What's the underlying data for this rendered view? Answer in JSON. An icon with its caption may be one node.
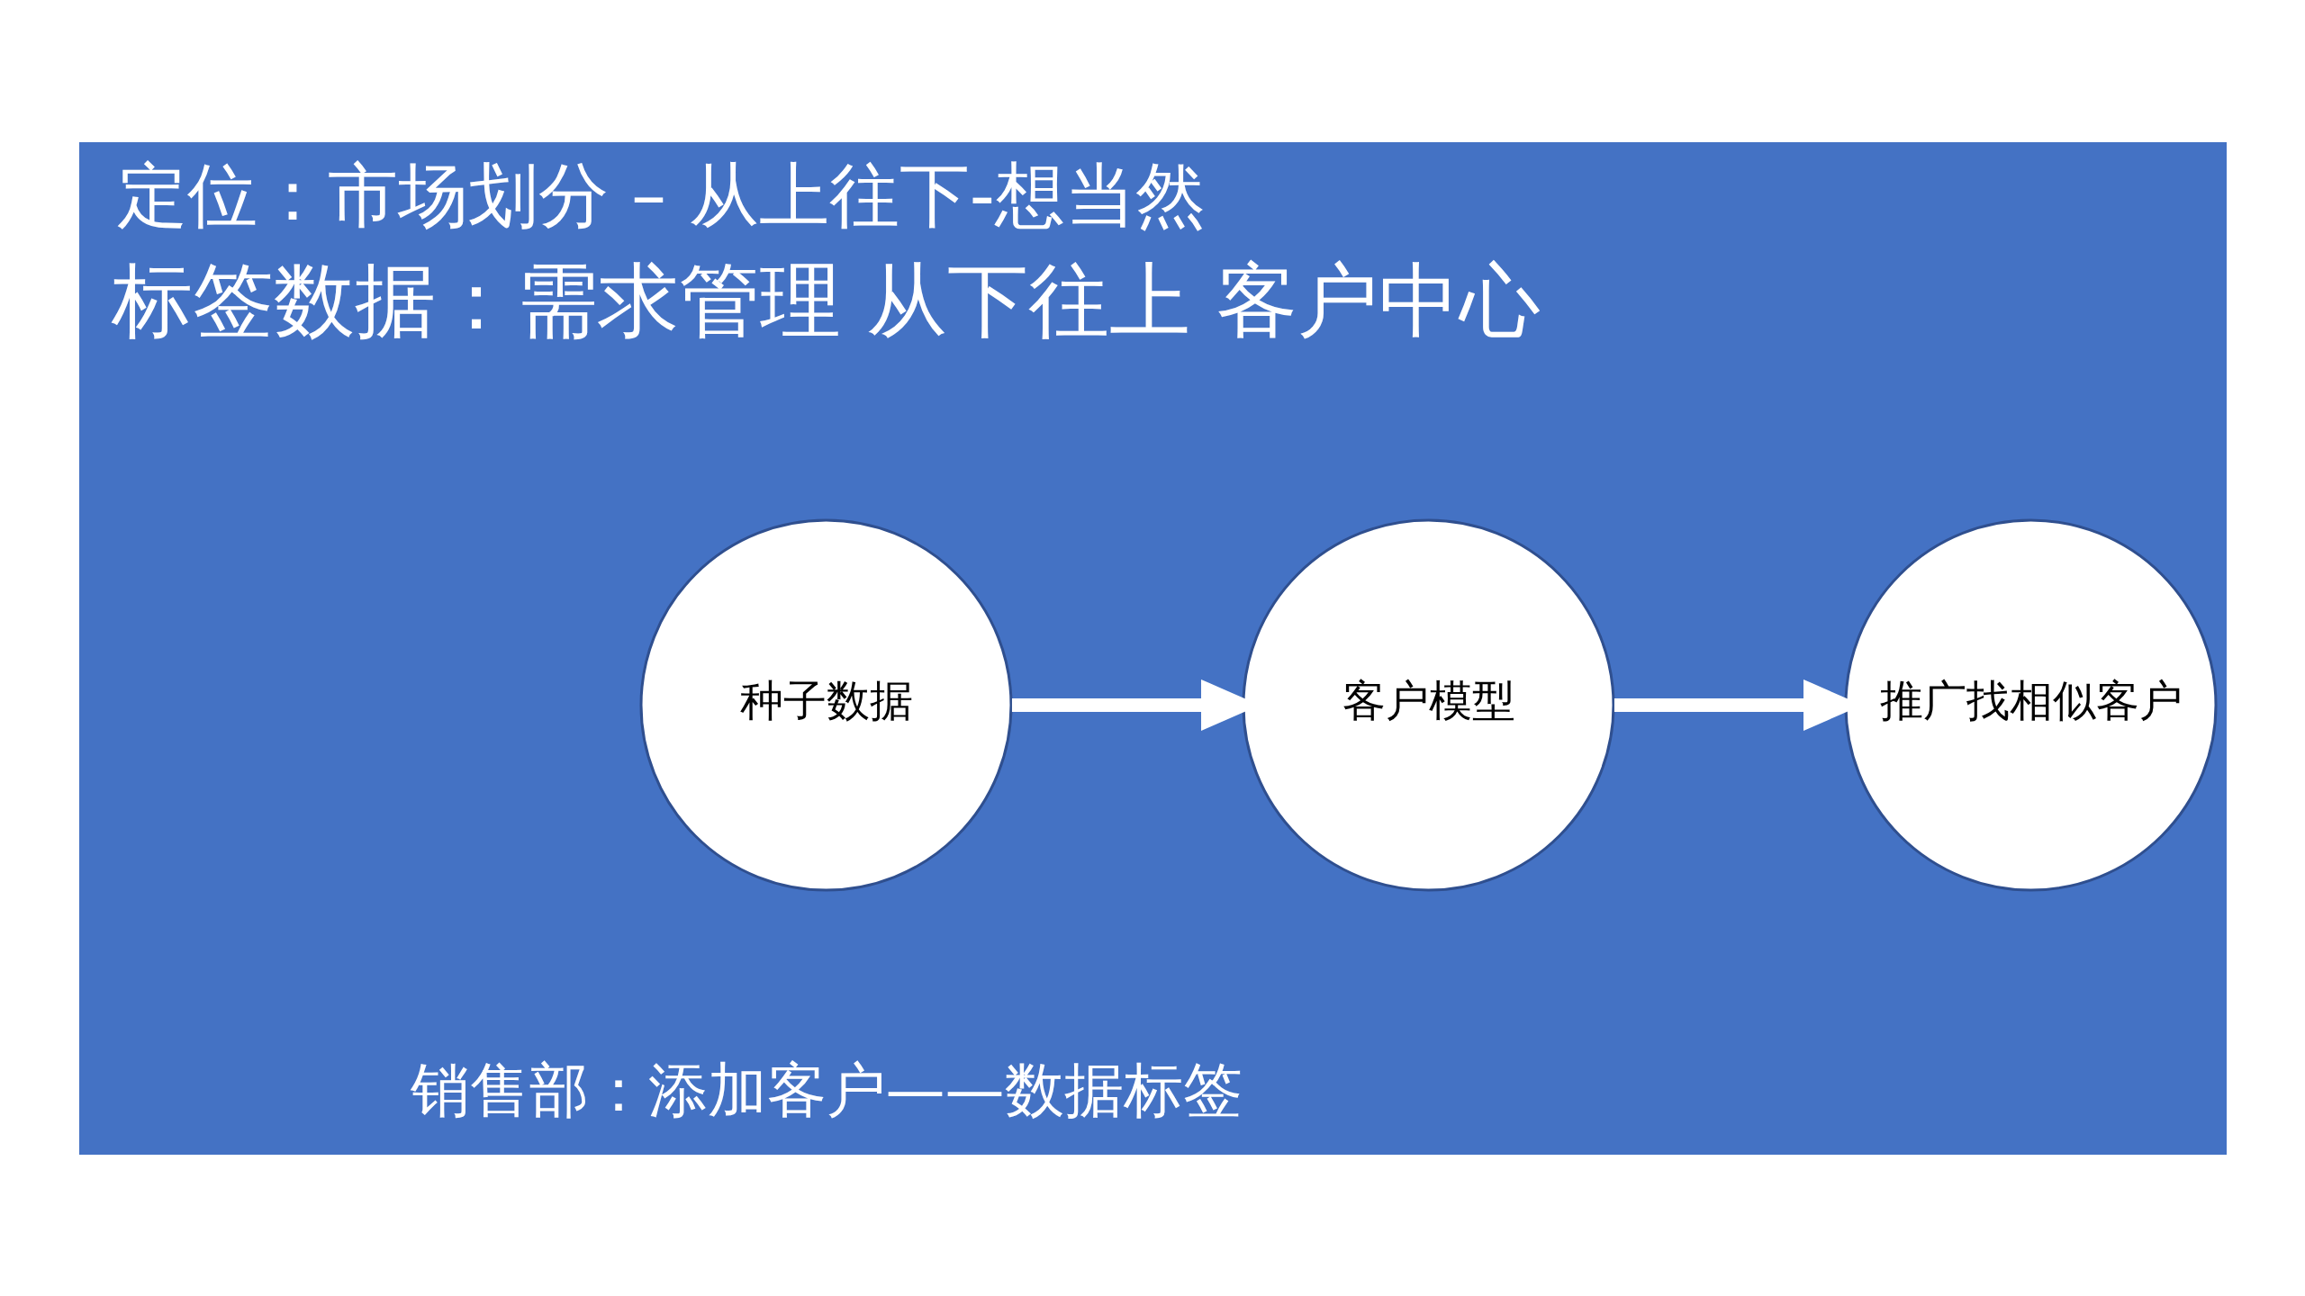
{
  "diagram": {
    "title": "定位：市场划分 – 从上往下-想当然",
    "nodes": [
      {
        "text": [
          "种子数据"
        ]
      },
      {
        "text": [
          "客户模型"
        ]
      },
      {
        "text": [
          "推广找相似客户"
        ]
      }
    ],
    "edges": [
      {
        "from": 0,
        "to": 1,
        "arrow": "to"
      },
      {
        "from": 1,
        "to": 2,
        "arrow": "to"
      }
    ],
    "labels": [
      "标签数据：需求管理 从下往上 客户中心",
      "销售部：添加客户——数据标签"
    ]
  }
}
